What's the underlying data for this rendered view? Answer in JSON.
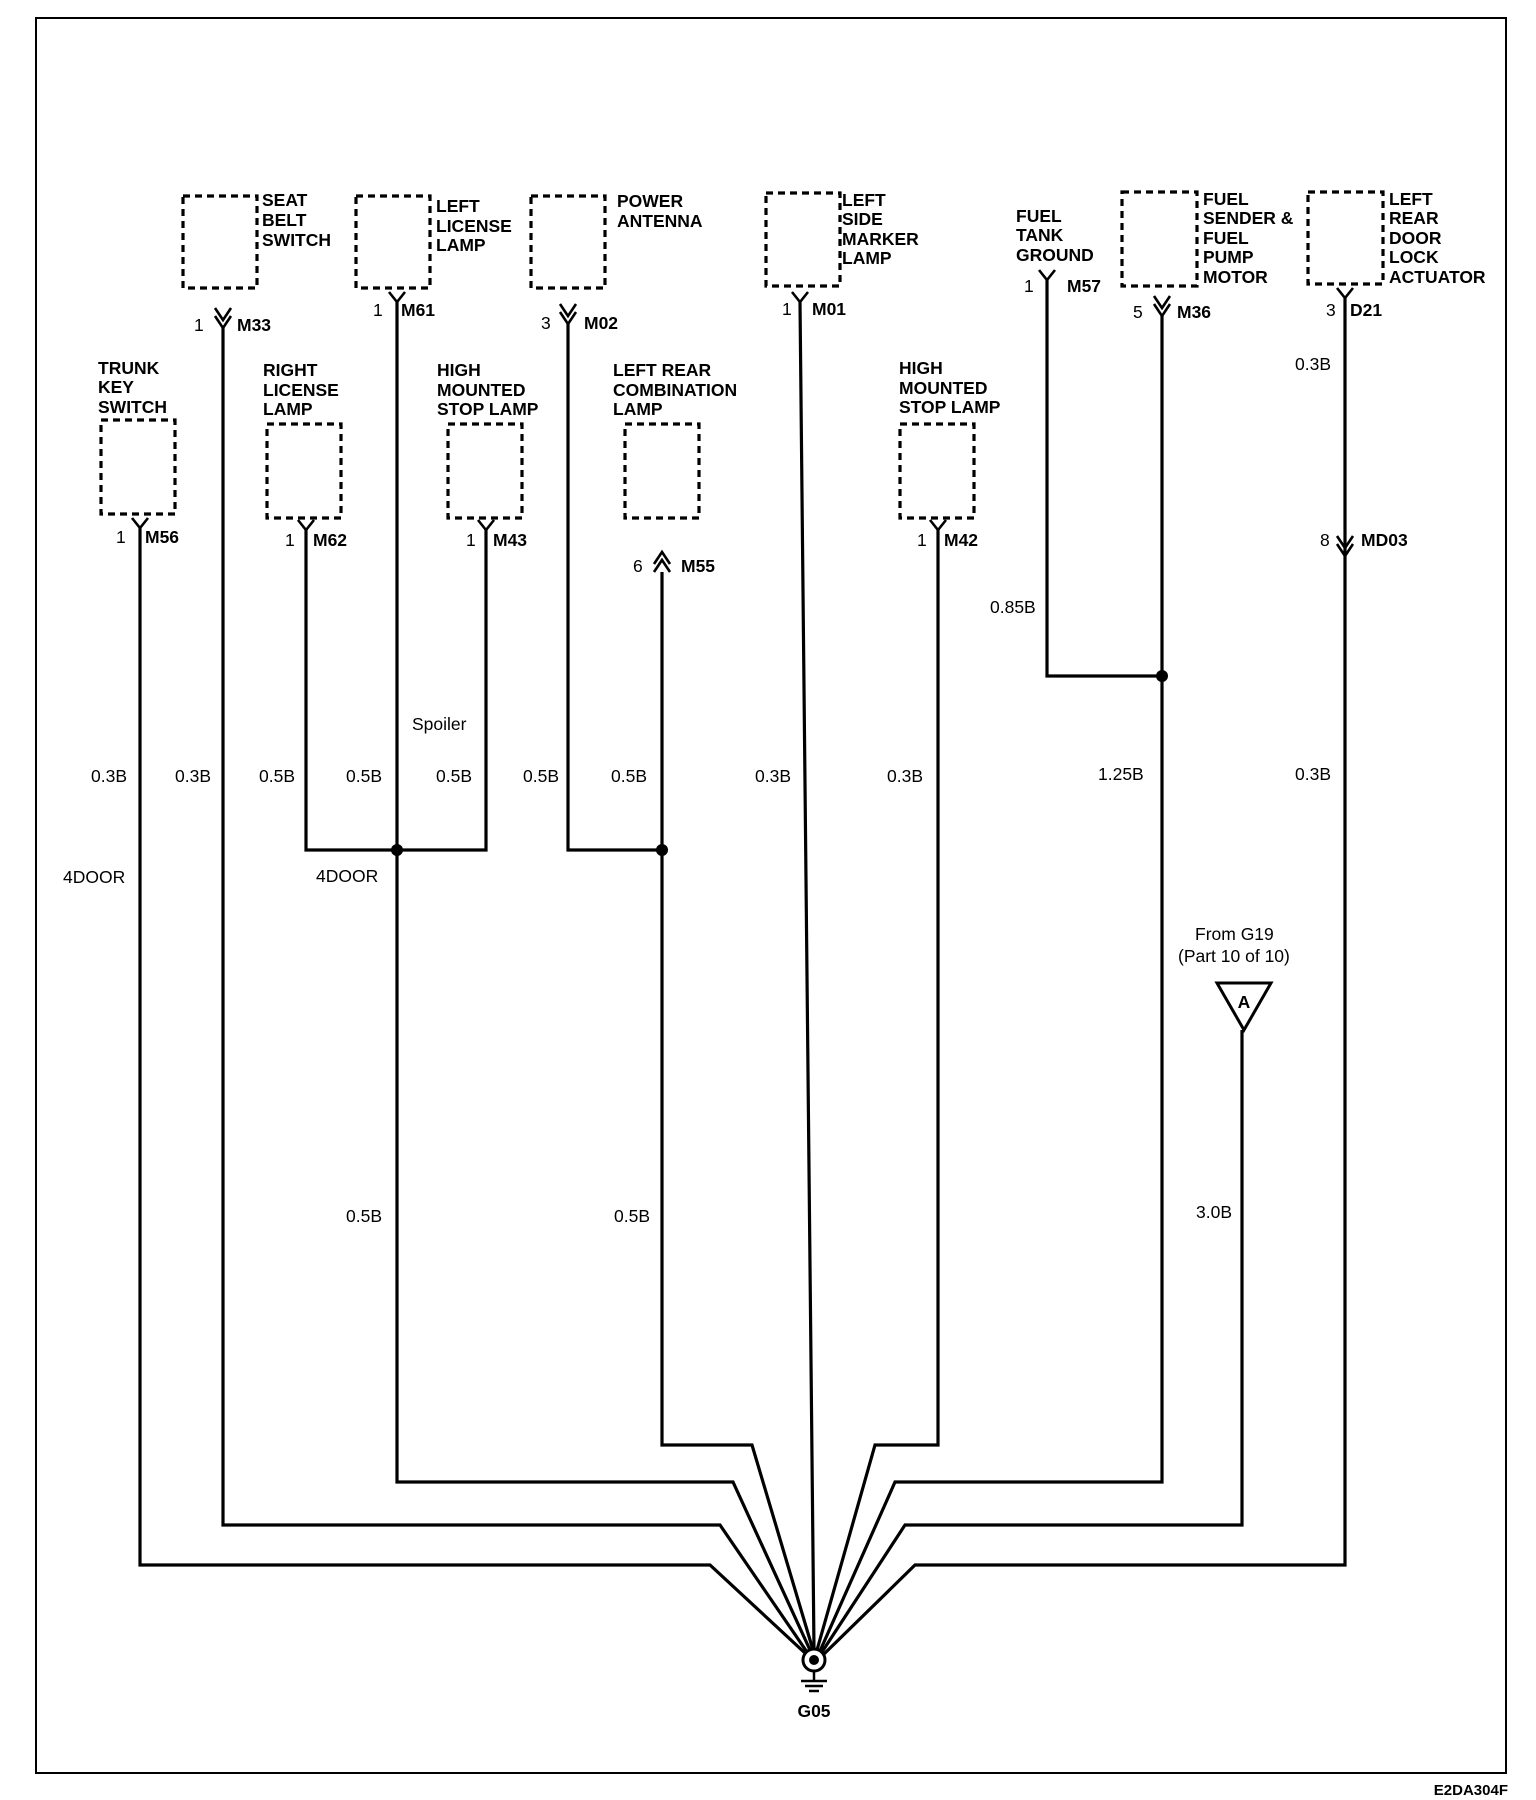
{
  "diagram_code": "E2DA304F",
  "ground": {
    "id": "G05"
  },
  "components": [
    {
      "key": "seat_belt_switch",
      "lines": [
        "SEAT",
        "BELT",
        "SWITCH"
      ],
      "pin": "1",
      "connector": "M33"
    },
    {
      "key": "left_license_lamp",
      "lines": [
        "LEFT",
        "LICENSE",
        "LAMP"
      ],
      "pin": "1",
      "connector": "M61"
    },
    {
      "key": "power_antenna",
      "lines": [
        "POWER",
        "ANTENNA"
      ],
      "pin": "3",
      "connector": "M02"
    },
    {
      "key": "left_side_marker_lamp",
      "lines": [
        "LEFT",
        "SIDE",
        "MARKER",
        "LAMP"
      ],
      "pin": "1",
      "connector": "M01"
    },
    {
      "key": "fuel_tank_ground",
      "lines": [
        "FUEL",
        "TANK",
        "GROUND"
      ],
      "pin": "1",
      "connector": "M57"
    },
    {
      "key": "fuel_sender",
      "lines": [
        "FUEL",
        "SENDER &",
        "FUEL",
        "PUMP",
        "MOTOR"
      ],
      "pin": "5",
      "connector": "M36"
    },
    {
      "key": "left_rear_door_lock",
      "lines": [
        "LEFT",
        "REAR",
        "DOOR",
        "LOCK",
        "ACTUATOR"
      ],
      "pin": "3",
      "connector": "D21"
    },
    {
      "key": "trunk_key_switch",
      "lines": [
        "TRUNK",
        "KEY",
        "SWITCH"
      ],
      "pin": "1",
      "connector": "M56"
    },
    {
      "key": "right_license_lamp",
      "lines": [
        "RIGHT",
        "LICENSE",
        "LAMP"
      ],
      "pin": "1",
      "connector": "M62"
    },
    {
      "key": "high_mounted_stop_lamp_1",
      "lines": [
        "HIGH",
        "MOUNTED",
        "STOP LAMP"
      ],
      "pin": "1",
      "connector": "M43"
    },
    {
      "key": "left_rear_combination_lamp",
      "lines": [
        "LEFT REAR",
        "COMBINATION",
        "LAMP"
      ],
      "pin": "6",
      "connector": "M55"
    },
    {
      "key": "high_mounted_stop_lamp_2",
      "lines": [
        "HIGH",
        "MOUNTED",
        "STOP LAMP"
      ],
      "pin": "1",
      "connector": "M42"
    }
  ],
  "inline_connector": {
    "pin": "8",
    "connector": "MD03"
  },
  "wire_labels": {
    "w_0_3b_a": "0.3B",
    "w_0_3b_b": "0.3B",
    "w_0_5b_a": "0.5B",
    "w_0_5b_b": "0.5B",
    "w_0_5b_c": "0.5B",
    "w_0_5b_d": "0.5B",
    "w_0_5b_e": "0.5B",
    "w_0_3b_c": "0.3B",
    "w_0_3b_d": "0.3B",
    "w_1_25b": "1.25B",
    "w_0_3b_e": "0.3B",
    "w_0_3b_f": "0.3B",
    "w_0_85b": "0.85B",
    "w_0_5b_f": "0.5B",
    "w_0_5b_g": "0.5B",
    "w_3_0b": "3.0B"
  },
  "notes": {
    "spoiler": "Spoiler",
    "four_door_a": "4DOOR",
    "four_door_b": "4DOOR"
  },
  "from_ref": {
    "line1": "From G19",
    "line2": "(Part 10 of 10)",
    "letter": "A"
  }
}
